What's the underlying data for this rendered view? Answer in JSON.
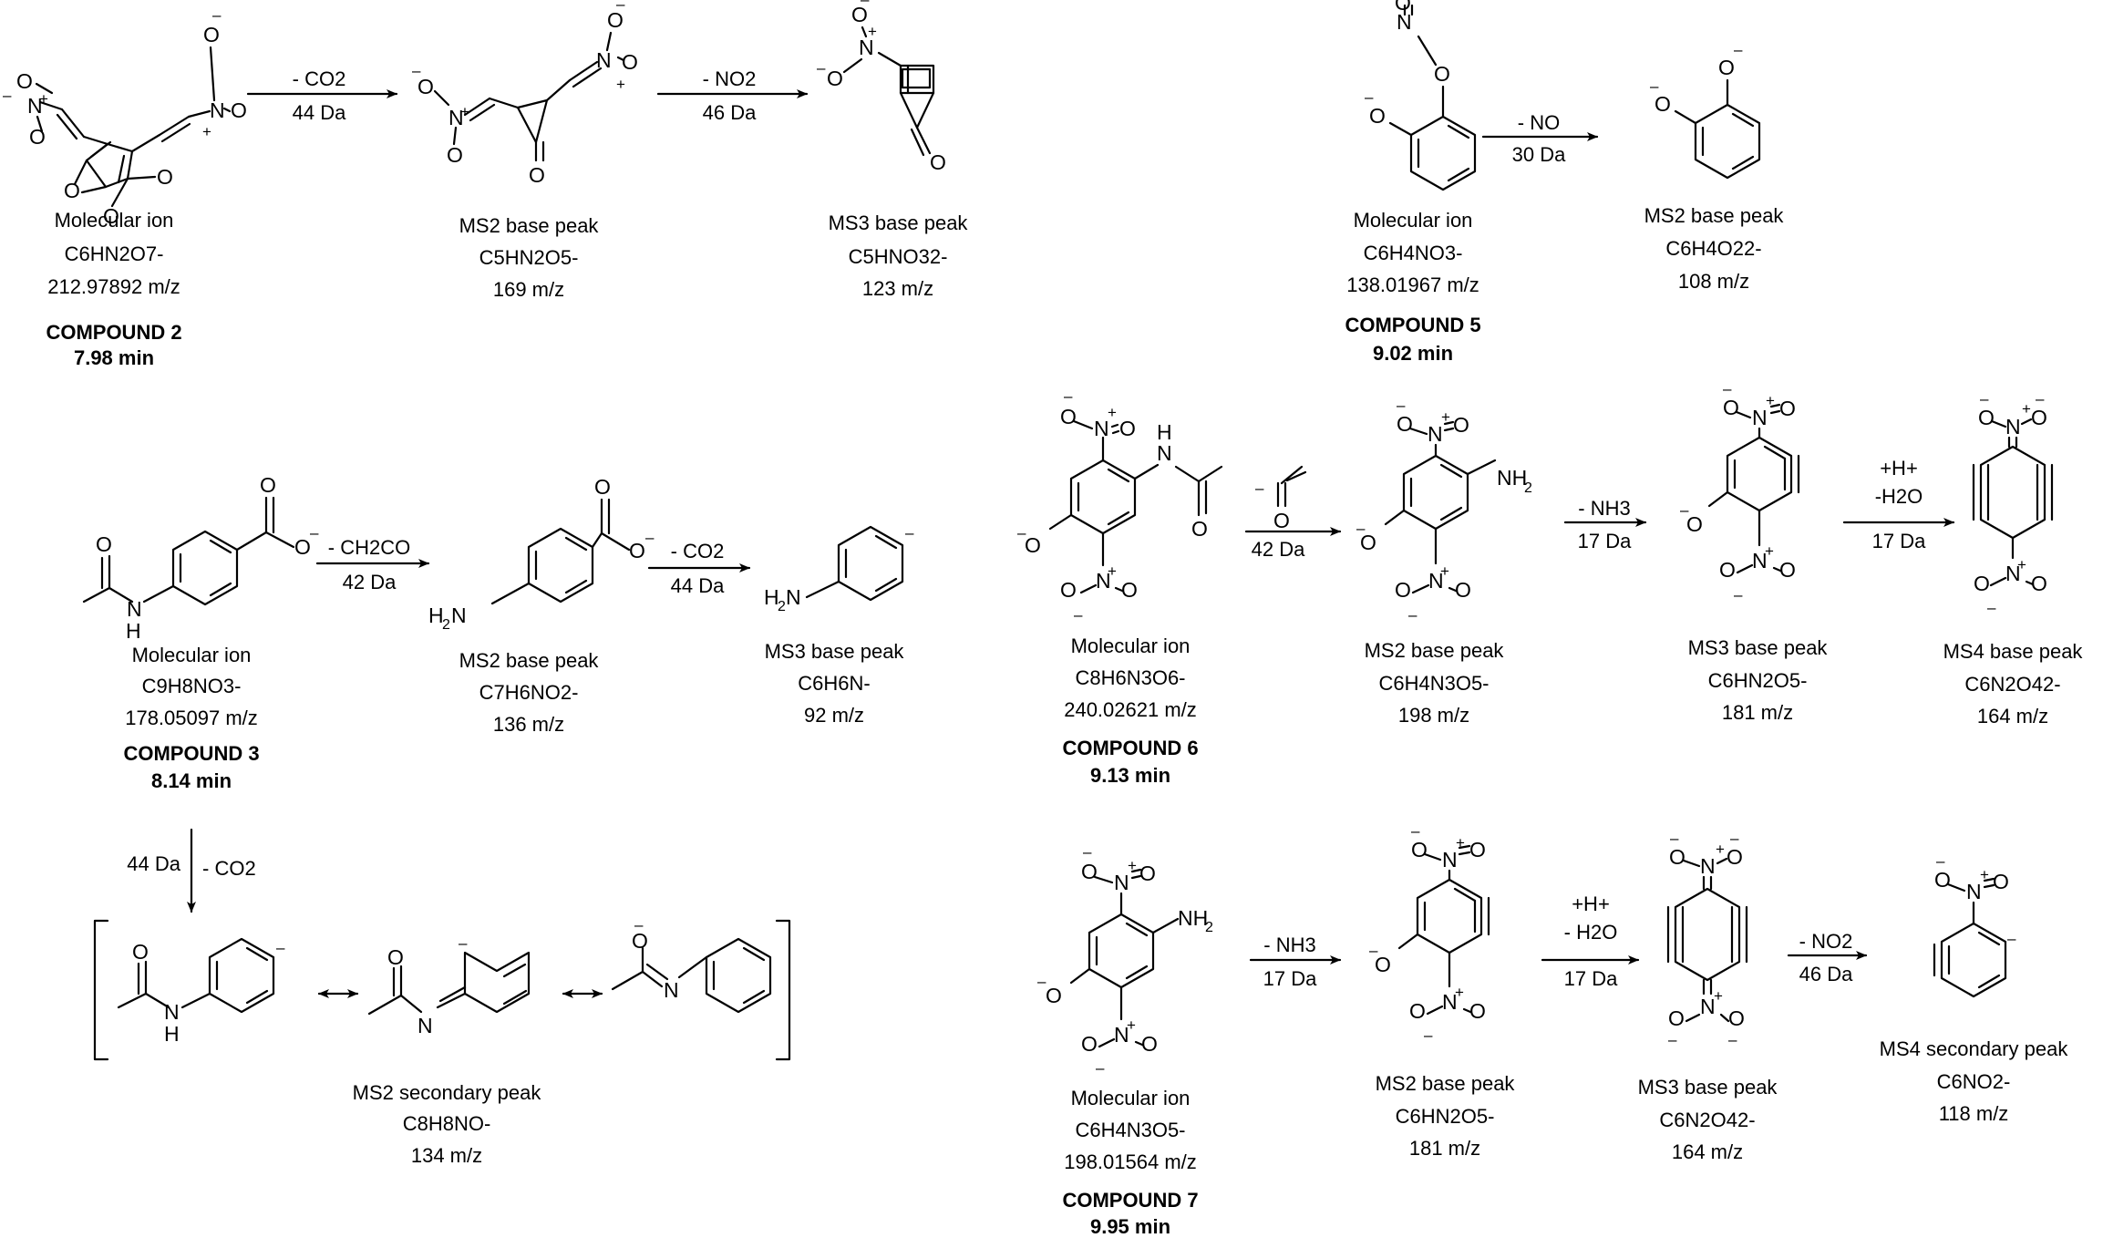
{
  "labels": {
    "molecular_ion": "Molecular ion",
    "ms2_base_peak": "MS2 base peak",
    "ms3_base_peak": "MS3 base peak",
    "ms4_base_peak": "MS4 base peak",
    "ms2_secondary_peak": "MS2 secondary peak",
    "ms4_secondary_peak": "MS4 secondary peak"
  },
  "compound2": {
    "name": "COMPOUND 2",
    "rt": "7.98 min",
    "mol_formula": "C6HN2O7-",
    "mol_mz": "212.97892 m/z",
    "ms2_formula": "C5HN2O5-",
    "ms2_mz": "169 m/z",
    "ms3_formula": "C5HNO32-",
    "ms3_mz": "123 m/z",
    "loss1_formula": "- CO2",
    "loss1_da": "44 Da",
    "loss2_formula": "- NO2",
    "loss2_da": "46 Da"
  },
  "compound5": {
    "name": "COMPOUND 5",
    "rt": "9.02 min",
    "mol_formula": "C6H4NO3-",
    "mol_mz": "138.01967 m/z",
    "ms2_formula": "C6H4O22-",
    "ms2_mz": "108 m/z",
    "loss1_formula": "- NO",
    "loss1_da": "30 Da"
  },
  "compound3": {
    "name": "COMPOUND 3",
    "rt": "8.14 min",
    "mol_formula": "C9H8NO3-",
    "mol_mz": "178.05097 m/z",
    "ms2_formula": "C7H6NO2-",
    "ms2_mz": "136 m/z",
    "ms3_formula": "C6H6N-",
    "ms3_mz": "92 m/z",
    "loss1_formula": "- CH2CO",
    "loss1_da": "42 Da",
    "loss2_formula": "- CO2",
    "loss2_da": "44 Da",
    "loss3_formula": "- CO2",
    "loss3_da": "44 Da",
    "sec_formula": "C8H8NO-",
    "sec_mz": "134 m/z"
  },
  "compound6": {
    "name": "COMPOUND 6",
    "rt": "9.13 min",
    "mol_formula": "C8H6N3O6-",
    "mol_mz": "240.02621 m/z",
    "ms2_formula": "C6H4N3O5-",
    "ms2_mz": "198 m/z",
    "ms3_formula": "C6HN2O5-",
    "ms3_mz": "181 m/z",
    "ms4_formula": "C6N2O42-",
    "ms4_mz": "164 m/z",
    "loss1_da": "42 Da",
    "loss2_formula": "- NH3",
    "loss2_da": "17 Da",
    "loss3_line1": "+H+",
    "loss3_line2": "-H2O",
    "loss3_da": "17 Da"
  },
  "compound7": {
    "name": "COMPOUND 7",
    "rt": "9.95 min",
    "mol_formula": "C6H4N3O5-",
    "mol_mz": "198.01564 m/z",
    "ms2_formula": "C6HN2O5-",
    "ms2_mz": "181 m/z",
    "ms3_formula": "C6N2O42-",
    "ms3_mz": "164 m/z",
    "ms4_formula": "C6NO2-",
    "ms4_mz": "118 m/z",
    "loss1_formula": "- NH3",
    "loss1_da": "17 Da",
    "loss2_line1": "+H+",
    "loss2_line2": "- H2O",
    "loss2_da": "17 Da",
    "loss3_formula": "- NO2",
    "loss3_da": "46 Da"
  }
}
